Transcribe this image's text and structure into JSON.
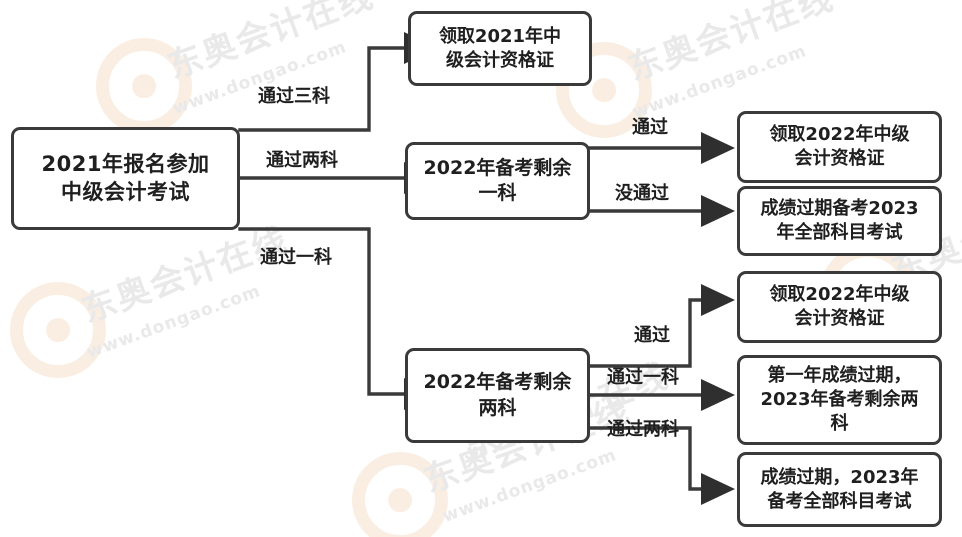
{
  "diagram": {
    "title": "2021年中级会计考试成绩流程图",
    "colors": {
      "box_border": "#3a3a3a",
      "text": "#1f1f1f",
      "arrow": "#2f2f2f",
      "background": "#ffffff",
      "watermark": "#e9e9ea",
      "watermark_logo": "#faeee2"
    }
  },
  "nodes": {
    "root": "2021年报名参加\n中级会计考试",
    "cert2021": "领取2021年中\n级会计资格证",
    "remain_one": "2022年备考剩余\n一科",
    "remain_two": "2022年备考剩余\n两科",
    "cert2022_a": "领取2022年中级\n会计资格证",
    "expire_all_2023": "成绩过期备考2023\n年全部科目考试",
    "cert2022_b": "领取2022年中级\n会计资格证",
    "first_year_expire": "第一年成绩过期，\n2023年备考剩余两\n科",
    "expire_all_2023_b": "成绩过期，2023年\n备考全部科目考试"
  },
  "edge_labels": {
    "pass_three": "通过三科",
    "pass_two": "通过两科",
    "pass_one": "通过一科",
    "pass_a": "通过",
    "fail_a": "没通过",
    "pass_b": "通过",
    "pass_one_b": "通过一科",
    "pass_two_b": "通过两科"
  },
  "watermark": {
    "brand": "东奥会计在线",
    "url": "www.dongao.com"
  }
}
